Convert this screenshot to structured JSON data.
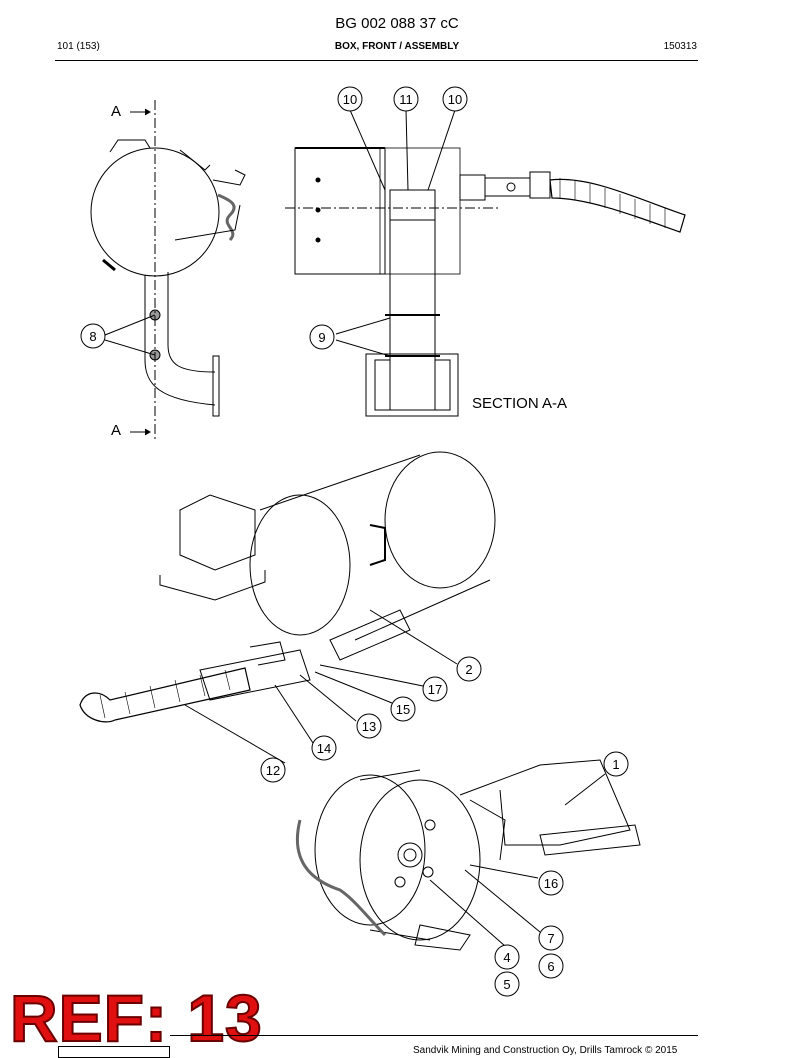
{
  "header": {
    "doc_code": "BG 002 088 37 cC",
    "page": "101 (153)",
    "title": "BOX, FRONT / ASSEMBLY",
    "date_code": "150313"
  },
  "section_labels": {
    "a_top": "A",
    "a_bottom": "A",
    "section": "SECTION A-A"
  },
  "callouts": [
    "10",
    "11",
    "10",
    "8",
    "9",
    "2",
    "17",
    "15",
    "13",
    "14",
    "12",
    "1",
    "16",
    "7",
    "4",
    "6",
    "5"
  ],
  "stamp": "REF: 13",
  "footer": "Sandvik Mining and Construction Oy, Drills Tamrock © 2015"
}
